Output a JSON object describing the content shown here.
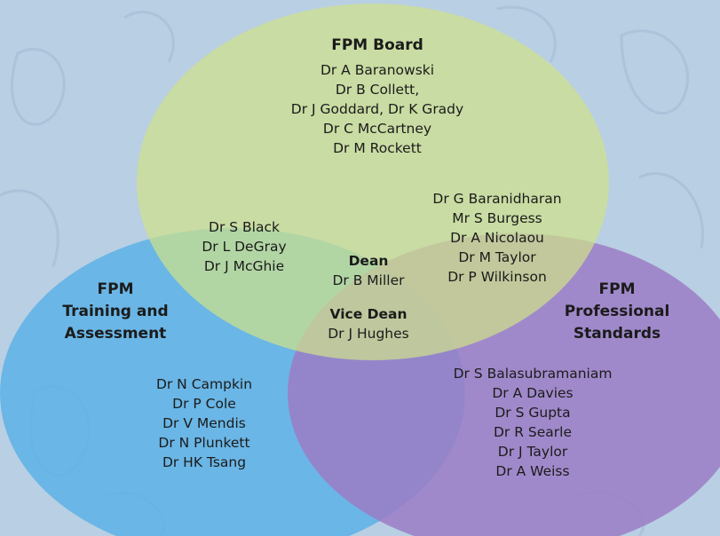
{
  "diagram": {
    "type": "venn",
    "colors": {
      "background": "#b9cfe3",
      "board": "#cfe08a",
      "training": "#5fb3e6",
      "standards": "#9b7cc6"
    },
    "sets": {
      "board": {
        "title": "FPM Board",
        "members": [
          "Dr A Baranowski",
          "Dr B Collett,",
          "Dr J Goddard, Dr K Grady",
          "Dr C McCartney",
          "Dr M Rockett"
        ]
      },
      "training": {
        "title_lines": [
          "FPM",
          "Training and",
          "Assessment"
        ],
        "members": [
          "Dr N Campkin",
          "Dr P Cole",
          "Dr V Mendis",
          "Dr N Plunkett",
          "Dr HK Tsang"
        ]
      },
      "standards": {
        "title_lines": [
          "FPM",
          "Professional",
          "Standards"
        ],
        "members": [
          "Dr S Balasubramaniam",
          "Dr A Davies",
          "Dr S Gupta",
          "Dr R Searle",
          "Dr J Taylor",
          "Dr A Weiss"
        ]
      }
    },
    "intersections": {
      "board_training": [
        "Dr S Black",
        "Dr L DeGray",
        "Dr J McGhie"
      ],
      "board_standards": [
        "Dr G Baranidharan",
        "Mr S Burgess",
        "Dr A Nicolaou",
        "Dr M Taylor",
        "Dr P Wilkinson"
      ],
      "all": {
        "dean_label": "Dean",
        "dean": "Dr B Miller",
        "vice_dean_label": "Vice Dean",
        "vice_dean": "Dr J Hughes"
      }
    }
  }
}
